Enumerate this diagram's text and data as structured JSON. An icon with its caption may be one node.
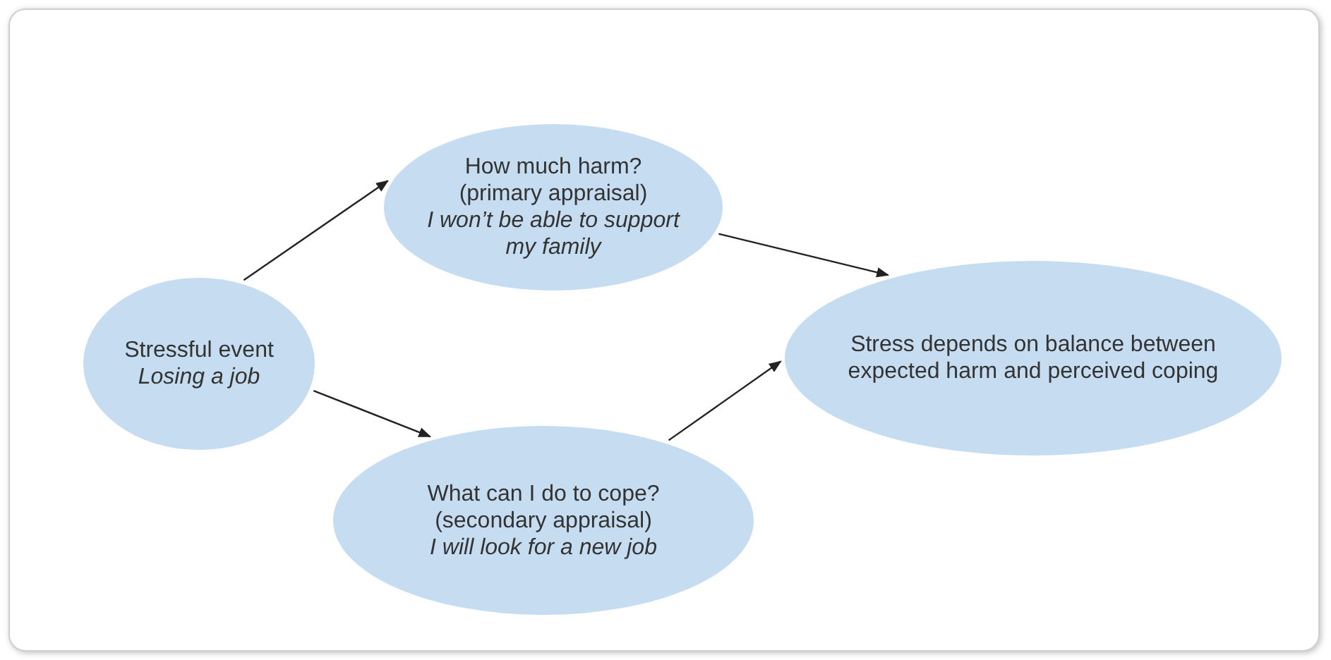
{
  "diagram": {
    "nodes": [
      {
        "text": [
          "Stressful event",
          "Losing a job"
        ]
      },
      {
        "text": [
          "How much harm?",
          "(primary appraisal)",
          "I won’t be able to support my family"
        ]
      },
      {
        "text": [
          "What can I do to cope?",
          "(secondary appraisal)",
          "I will look for a new job"
        ]
      },
      {
        "text": [
          "Stress depends on balance between expected harm and perceived coping"
        ]
      }
    ],
    "edges": [
      {
        "from": 0,
        "to": 1,
        "arrow": "to"
      },
      {
        "from": 0,
        "to": 2,
        "arrow": "to"
      },
      {
        "from": 1,
        "to": 3,
        "arrow": "to"
      },
      {
        "from": 2,
        "to": 3,
        "arrow": "to"
      }
    ]
  }
}
